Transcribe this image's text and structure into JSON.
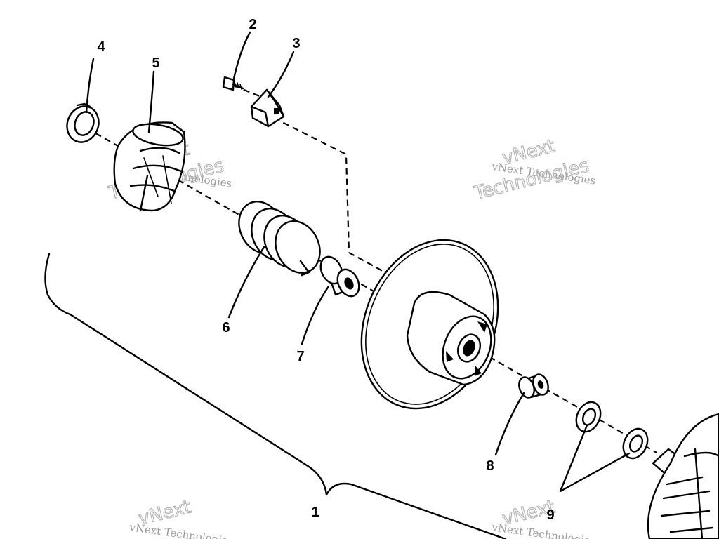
{
  "diagram": {
    "callouts": {
      "c1": "1",
      "c2": "2",
      "c3": "3",
      "c4": "4",
      "c5": "5",
      "c6": "6",
      "c7": "7",
      "c8": "8",
      "c9": "9"
    },
    "watermark": {
      "small_text": "vNext Technologies",
      "big_line1": "vNext",
      "big_line2": "Technologies"
    }
  }
}
